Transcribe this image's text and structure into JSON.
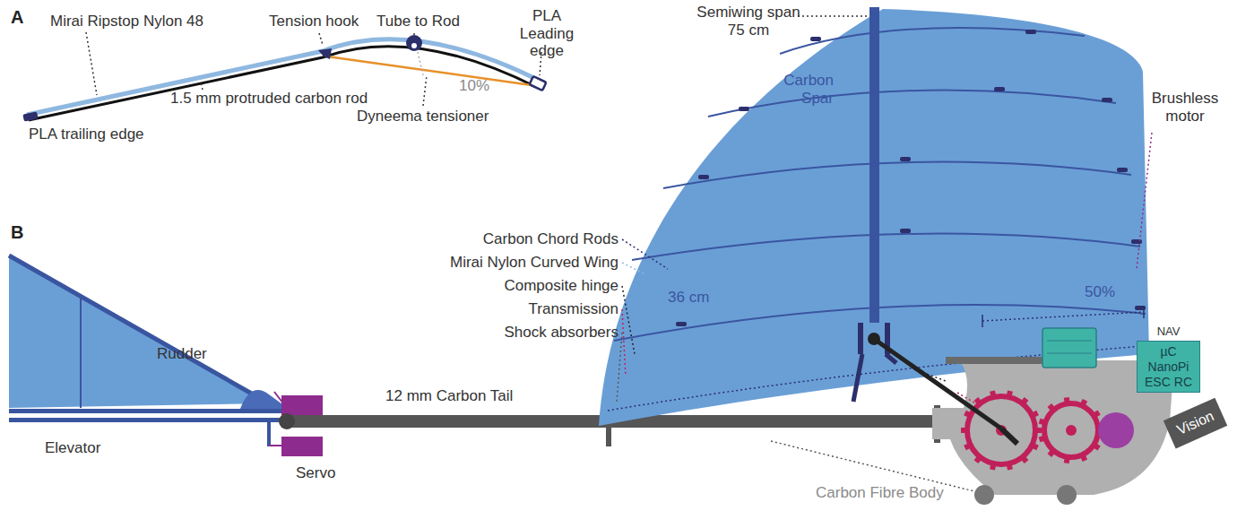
{
  "diagram": {
    "nodes": [
      {
        "text": [
          "NAV",
          "µC",
          "NanoPi",
          "ESC",
          "RC"
        ]
      },
      {
        "text": [
          "Vision"
        ]
      }
    ],
    "labels": [
      "A",
      "Mirai Ripstop Nylon 48",
      "Tension hook",
      "Tube to Rod",
      "PLA Leading edge",
      "1.5 mm protruded carbon rod",
      "10%",
      "Dyneema tensioner",
      "PLA trailing edge",
      "B",
      "Semiwing span 75 cm",
      "Carbon Spar",
      "Brushless motor",
      "Carbon Chord Rods",
      "Mirai Nylon Curved Wing",
      "Composite hinge",
      "Transmission",
      "Shock absorbers",
      "36 cm",
      "50%",
      "Rudder",
      "Elevator",
      "Servo",
      "12 mm Carbon Tail",
      "Carbon Fibre Body"
    ]
  }
}
